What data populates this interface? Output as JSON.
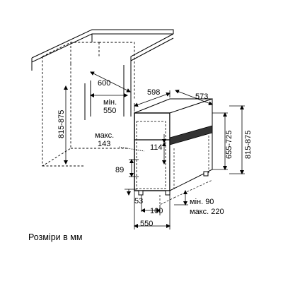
{
  "diagram": {
    "caption": "Розміри в мм",
    "labels": {
      "niche_depth": "600",
      "niche_width_min": "мін.",
      "niche_width_value": "550",
      "niche_height": "815-875",
      "width": "598",
      "depth": "573",
      "height_adjust": "655-725",
      "height_total": "815-875",
      "panel_max_label": "макс.",
      "panel_max_value": "143",
      "panel_height": "114",
      "plinth_height": "89",
      "foot_offset": "53",
      "plinth_depth": "100",
      "depth_total": "550",
      "plinth_min": "мін. 90",
      "plinth_max": "макс. 220"
    }
  }
}
